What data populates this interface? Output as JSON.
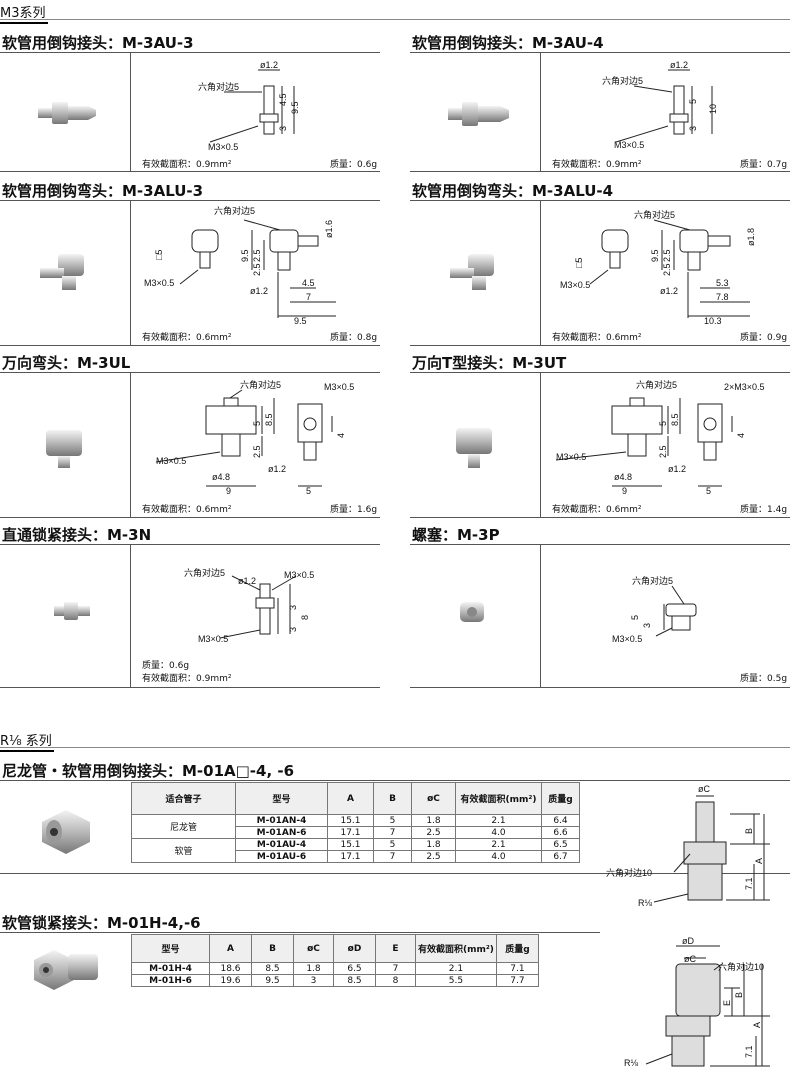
{
  "m3_section": {
    "label": "M3系列"
  },
  "r18_section": {
    "label": "R⅛ 系列"
  },
  "common": {
    "hex_across_flats": "六角对边",
    "m3x05": "M3×0.5",
    "two_m3x05": "2×M3×0.5",
    "effective_area_label": "有效截面积",
    "mass_label": "质量"
  },
  "products": [
    {
      "id": "m3au3",
      "title": "软管用倒钩接头：M-3AU-3",
      "area": "有效截面积：0.9mm²",
      "mass": "质量：0.6g",
      "dims": {
        "hex": "5",
        "d": "ø1.2",
        "a": "4.5",
        "b": "9.5",
        "c": "3"
      }
    },
    {
      "id": "m3au4",
      "title": "软管用倒钩接头：M-3AU-4",
      "area": "有效截面积：0.9mm²",
      "mass": "质量：0.7g",
      "dims": {
        "hex": "5",
        "d": "ø1.2",
        "a": "5",
        "b": "10",
        "c": "3"
      }
    },
    {
      "id": "m3alu3",
      "title": "软管用倒钩弯头：M-3ALU-3",
      "area": "有效截面积：0.6mm²",
      "mass": "质量：0.8g",
      "dims": {
        "hex": "5",
        "sq": "□5",
        "d1": "ø1.6",
        "d2": "ø1.2",
        "h1": "9.5",
        "h2": "2.5",
        "h3": "2.5",
        "w1": "4.5",
        "w2": "7",
        "w3": "9.5"
      }
    },
    {
      "id": "m3alu4",
      "title": "软管用倒钩弯头：M-3ALU-4",
      "area": "有效截面积：0.6mm²",
      "mass": "质量：0.9g",
      "dims": {
        "hex": "5",
        "sq": "□5",
        "d1": "ø1.8",
        "d2": "ø1.2",
        "h1": "9.5",
        "h2": "2.5",
        "h3": "2.5",
        "w1": "5.3",
        "w2": "7.8",
        "w3": "10.3"
      }
    },
    {
      "id": "m3ul",
      "title": "万向弯头：M-3UL",
      "area": "有效截面积：0.6mm²",
      "mass": "质量：1.6g",
      "dims": {
        "hex": "5",
        "d1": "ø4.8",
        "d2": "ø1.2",
        "h1": "5",
        "h2": "8.5",
        "h3": "2.5",
        "w1": "9",
        "w2": "5",
        "s": "4"
      }
    },
    {
      "id": "m3ut",
      "title": "万向T型接头：M-3UT",
      "area": "有效截面积：0.6mm²",
      "mass": "质量：1.4g",
      "dims": {
        "hex": "5",
        "d1": "ø4.8",
        "d2": "ø1.2",
        "h1": "5",
        "h2": "8.5",
        "h3": "2.5",
        "w1": "9",
        "w2": "5",
        "s": "4"
      }
    },
    {
      "id": "m3n",
      "title": "直通锁紧接头：M-3N",
      "area": "有效截面积：0.9mm²",
      "mass": "质量：0.6g",
      "dims": {
        "hex": "5",
        "d": "ø1.2",
        "a": "3",
        "b": "8",
        "c": "3"
      }
    },
    {
      "id": "m3p",
      "title": "螺塞：M-3P",
      "mass": "质量：0.5g",
      "dims": {
        "hex": "5",
        "a": "5",
        "b": "3"
      }
    }
  ],
  "m01a": {
    "title": "尼龙管・软管用倒钩接头：M-01A□-4, -6",
    "headers": [
      "适合管子",
      "型号",
      "A",
      "B",
      "øC",
      "有效截面积(mm²)",
      "质量g"
    ],
    "groups": [
      {
        "tube": "尼龙管",
        "rows": [
          [
            "M-01AN-4",
            "15.1",
            "5",
            "1.8",
            "2.1",
            "6.4"
          ],
          [
            "M-01AN-6",
            "17.1",
            "7",
            "2.5",
            "4.0",
            "6.6"
          ]
        ]
      },
      {
        "tube": "软管",
        "rows": [
          [
            "M-01AU-4",
            "15.1",
            "5",
            "1.8",
            "2.1",
            "6.5"
          ],
          [
            "M-01AU-6",
            "17.1",
            "7",
            "2.5",
            "4.0",
            "6.7"
          ]
        ]
      }
    ],
    "dims": {
      "c": "øC",
      "b": "B",
      "a": "A",
      "h": "7.1",
      "hex": "六角对边10",
      "r": "R⅛"
    }
  },
  "m01h": {
    "title": "软管锁紧接头：M-01H-4,-6",
    "headers": [
      "型号",
      "A",
      "B",
      "øC",
      "øD",
      "E",
      "有效截面积(mm²)",
      "质量g"
    ],
    "rows": [
      [
        "M-01H-4",
        "18.6",
        "8.5",
        "1.8",
        "6.5",
        "7",
        "2.1",
        "7.1"
      ],
      [
        "M-01H-6",
        "19.6",
        "9.5",
        "3",
        "8.5",
        "8",
        "5.5",
        "7.7"
      ]
    ],
    "dims": {
      "d": "øD",
      "c": "øC",
      "e": "E",
      "b": "B",
      "a": "A",
      "h": "7.1",
      "hex": "六角对边10",
      "r": "R⅛"
    }
  }
}
